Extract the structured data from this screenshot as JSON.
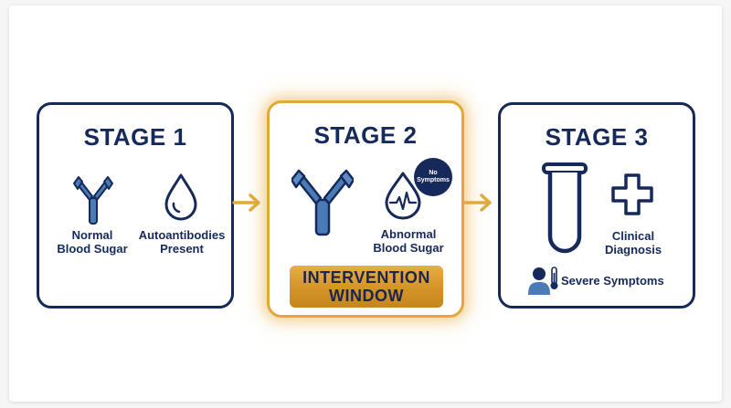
{
  "colors": {
    "navy": "#15295a",
    "blue": "#4a7bb7",
    "gold": "#e2a93a",
    "gold_dark": "#c5871d"
  },
  "stages": [
    {
      "title": "STAGE 1",
      "items": [
        {
          "icon": "antibody-icon",
          "label_lines": [
            "Normal",
            "Blood Sugar"
          ]
        },
        {
          "icon": "blood-drop-icon",
          "label_lines": [
            "Autoantibodies",
            "Present"
          ]
        }
      ]
    },
    {
      "title": "STAGE 2",
      "badge_lines": [
        "No",
        "Symptoms"
      ],
      "items": [
        {
          "icon": "antibody-icon"
        },
        {
          "icon": "blood-drop-pulse-icon",
          "label_lines": [
            "Abnormal",
            "Blood Sugar"
          ]
        }
      ],
      "banner_lines": [
        "INTERVENTION",
        "WINDOW"
      ]
    },
    {
      "title": "STAGE 3",
      "items": [
        {
          "icon": "test-tube-icon"
        },
        {
          "icon": "medical-cross-icon",
          "label_lines": [
            "Clinical",
            "Diagnosis"
          ]
        }
      ],
      "symptom_icon": "sick-person-thermometer-icon",
      "symptom_label": "Severe Symptoms"
    }
  ],
  "arrows": [
    "arrow-right-icon",
    "arrow-right-icon"
  ]
}
